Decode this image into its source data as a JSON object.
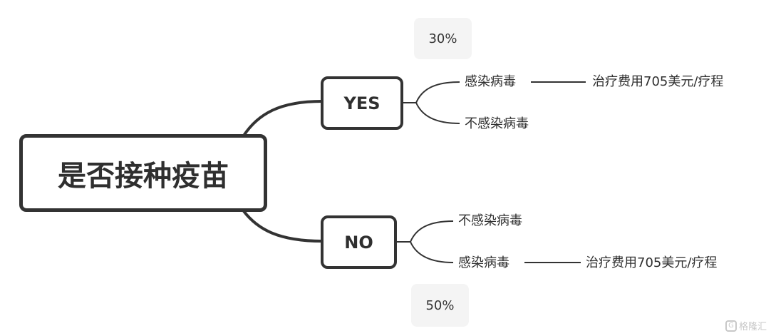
{
  "root": {
    "label": "是否接种疫苗"
  },
  "branches": [
    {
      "label": "YES",
      "probability": "30%",
      "outcomes": [
        {
          "label": "感染病毒",
          "consequence": "治疗费用705美元/疗程"
        },
        {
          "label": "不感染病毒"
        }
      ]
    },
    {
      "label": "NO",
      "probability": "50%",
      "outcomes": [
        {
          "label": "不感染病毒"
        },
        {
          "label": "感染病毒",
          "consequence": "治疗费用705美元/疗程"
        }
      ]
    }
  ],
  "watermark": {
    "text": "格隆汇",
    "icon": "G"
  },
  "colors": {
    "line": "#333333",
    "probability_bg": "#f4f4f4"
  }
}
